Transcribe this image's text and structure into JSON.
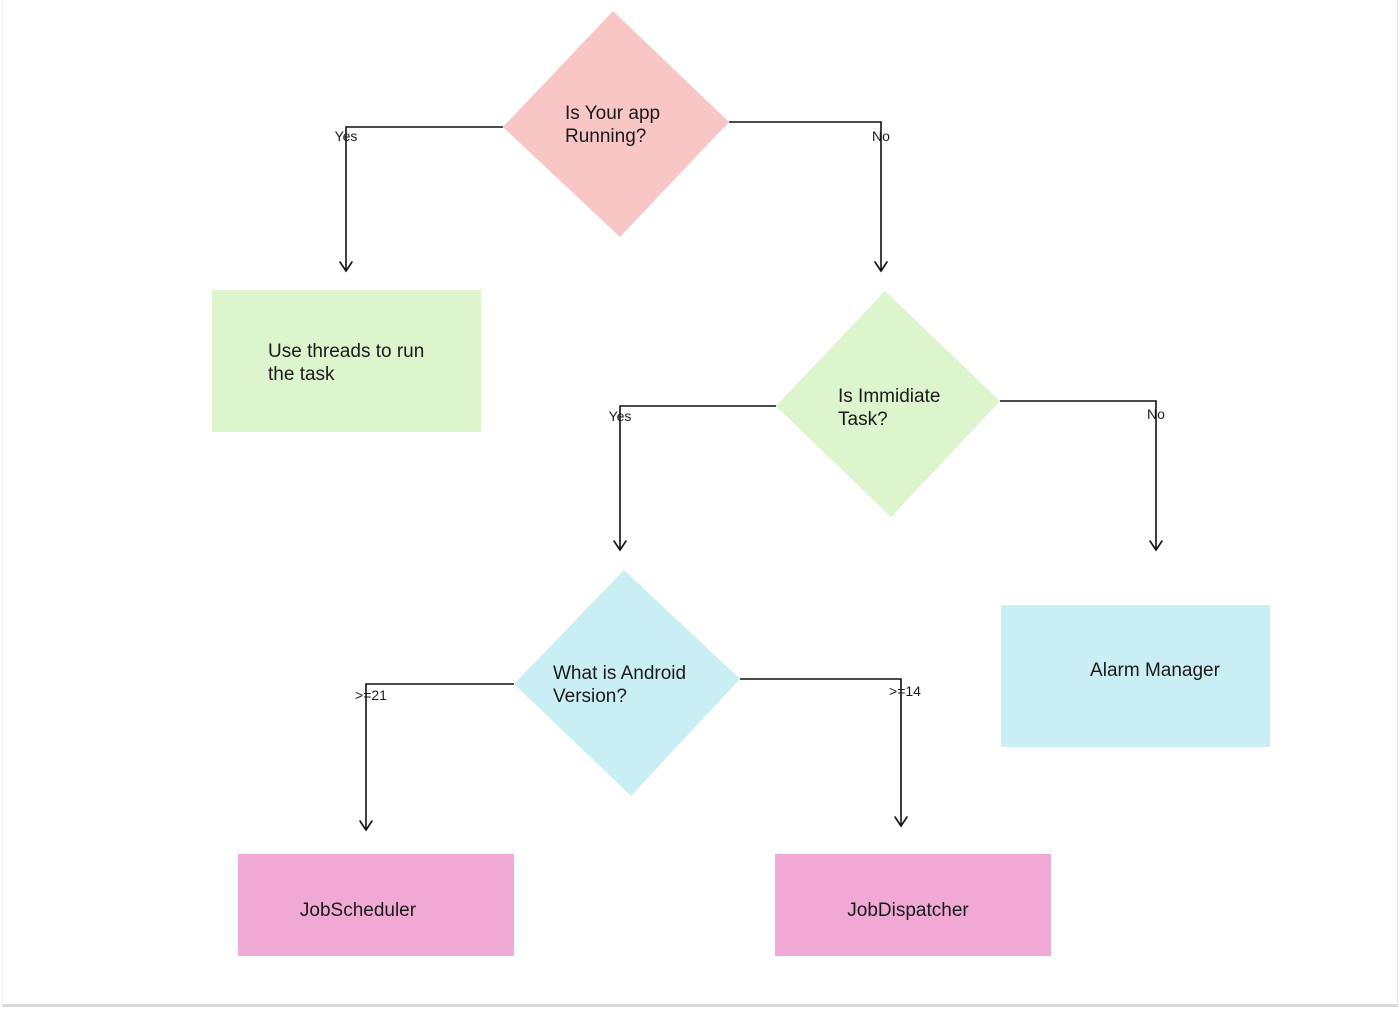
{
  "colors": {
    "decision_app_running": "#f9c6c6",
    "decision_immediate": "#dcf5cc",
    "decision_android": "#c9eff4",
    "process_threads": "#dcf5cc",
    "process_alarm": "#c9eff4",
    "process_job": "#f0a9d4",
    "edge": "#111111"
  },
  "nodes": {
    "app_running": {
      "line1": "Is Your app",
      "line2": "Running?"
    },
    "threads": {
      "line1": "Use threads to run",
      "line2": "the task"
    },
    "immediate_task": {
      "line1": "Is Immidiate",
      "line2": "Task?"
    },
    "alarm_manager": {
      "label": "Alarm Manager"
    },
    "android_version": {
      "line1": "What is Android",
      "line2": "Version?"
    },
    "job_scheduler": {
      "label": "JobScheduler"
    },
    "job_dispatcher": {
      "label": "JobDispatcher"
    }
  },
  "edges": {
    "app_yes": "Yes",
    "app_no": "No",
    "immediate_yes": "Yes",
    "immediate_no": "No",
    "version_21": ">=21",
    "version_14": ">=14"
  }
}
